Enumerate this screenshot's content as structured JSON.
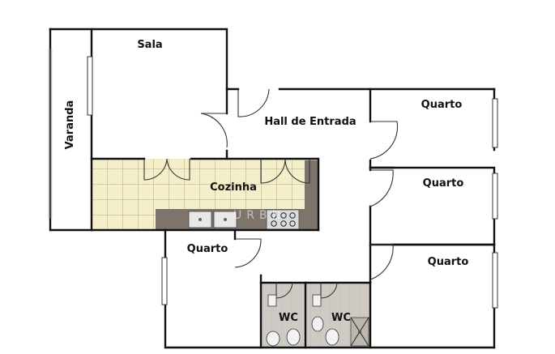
{
  "rooms": {
    "sala": "Sala",
    "varanda": "Varanda",
    "hall": "Hall de Entrada",
    "cozinha": "Cozinha",
    "quarto_1": "Quarto",
    "quarto_2": "Quarto",
    "quarto_3": "Quarto",
    "quarto_4": "Quarto",
    "wc_1": "WC",
    "wc_2": "WC"
  },
  "watermark": "URBN",
  "colors": {
    "wall": "#111111",
    "kitchen_tile": "#f4efc8",
    "kitchen_grid": "#9a9a86",
    "counter": "#7d756b",
    "bath_floor": "#cfcac4",
    "fixture": "#f2f2f2"
  },
  "icons": [
    "door-swing-icon",
    "window-icon",
    "sink-icon",
    "stove-icon",
    "toilet-icon",
    "shower-icon"
  ]
}
